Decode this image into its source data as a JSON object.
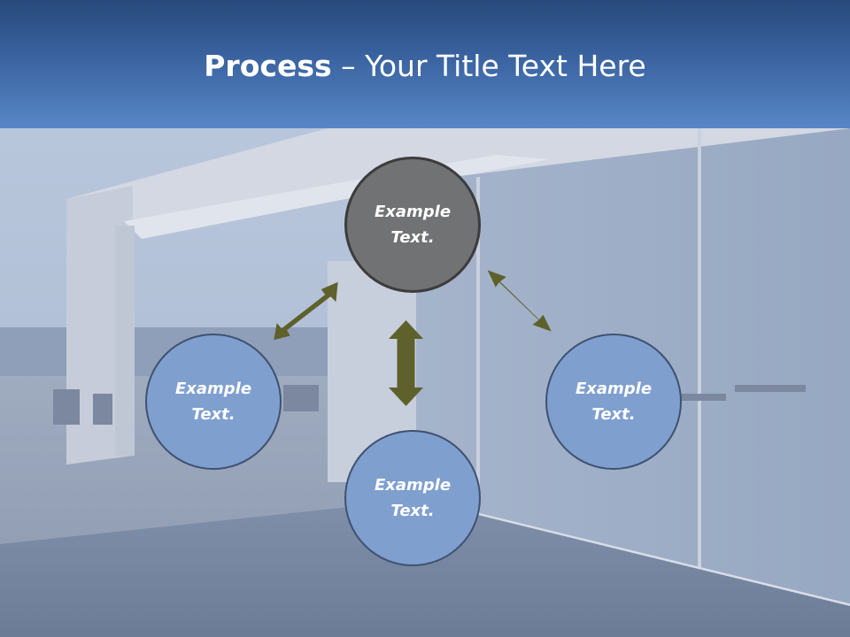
{
  "header": {
    "title_bold": "Process",
    "title_rest": " – Your Title Text Here"
  },
  "nodes": {
    "top": {
      "text": "Example Text.",
      "color": "#717273"
    },
    "left": {
      "text": "Example Text.",
      "color": "#7f9fcf"
    },
    "right": {
      "text": "Example Text.",
      "color": "#7f9fcf"
    },
    "bottom": {
      "text": "Example Text.",
      "color": "#7f9fcf"
    }
  },
  "colors": {
    "header_blue": "#3a63a0",
    "arrow_olive": "#5e612b",
    "node_outline": "#3f5270"
  }
}
